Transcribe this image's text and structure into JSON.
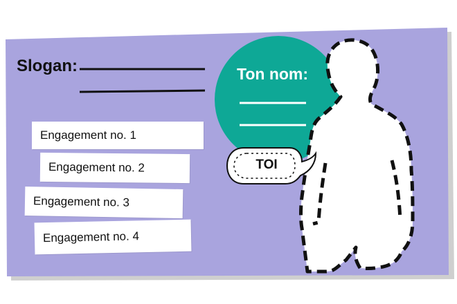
{
  "card": {
    "background_color": "#a9a4de",
    "circle_color": "#0ea896",
    "slogan_label": "Slogan:",
    "name_label": "Ton nom:",
    "bubble_label": "TOI",
    "engagements": [
      "Engagement no. 1",
      "Engagement no. 2",
      "Engagement no. 3",
      "Engagement no. 4"
    ]
  }
}
